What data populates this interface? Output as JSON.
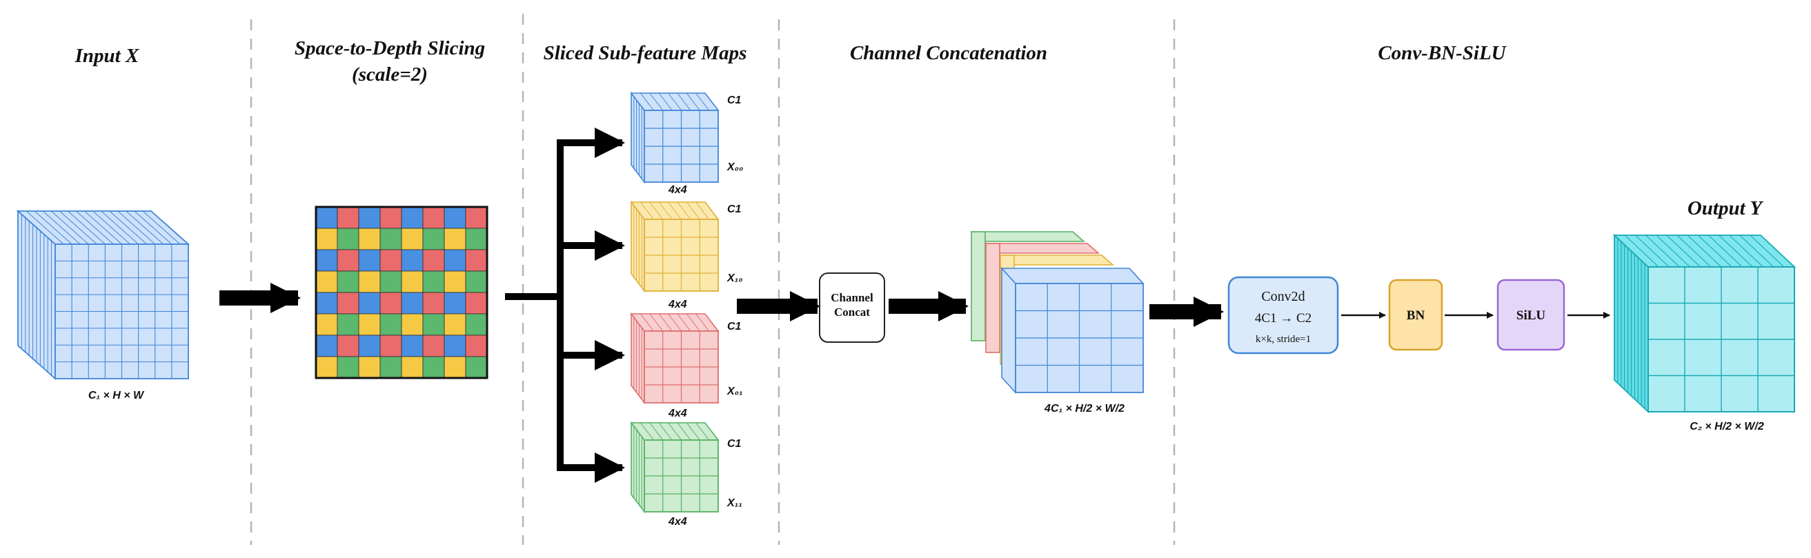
{
  "headers": {
    "input": "Input X",
    "s2d_line1": "Space-to-Depth Slicing",
    "s2d_line2": "(scale=2)",
    "sliced": "Sliced Sub-feature Maps",
    "concat": "Channel Concatenation",
    "conv": "Conv-BN-SiLU",
    "output": "Output Y"
  },
  "input_shape": "C₁ × H × W",
  "concat_shape": "4C₁ × H/2 × W/2",
  "output_shape": "C₂ × H/2 × W/2",
  "sub_maps": [
    {
      "channel": "C1",
      "name": "X₀₀",
      "size": "4x4",
      "color": "blue"
    },
    {
      "channel": "C1",
      "name": "X₁₀",
      "size": "4x4",
      "color": "yellow"
    },
    {
      "channel": "C1",
      "name": "X₀₁",
      "size": "4x4",
      "color": "red"
    },
    {
      "channel": "C1",
      "name": "X₁₁",
      "size": "4x4",
      "color": "green"
    }
  ],
  "concat_box": {
    "line1": "Channel",
    "line2": "Concat"
  },
  "conv_box": {
    "title": "Conv2d",
    "line2": "4C1 → C2",
    "line3": "k×k, stride=1"
  },
  "bn_box": "BN",
  "silu_box": "SiLU",
  "colors": {
    "blue_fill": "#cfe2fb",
    "blue_stroke": "#3f86d8",
    "yellow_fill": "#fbe8ad",
    "yellow_stroke": "#e0b035",
    "red_fill": "#f8cfcf",
    "red_stroke": "#df6d6d",
    "green_fill": "#cdecd0",
    "green_stroke": "#55b164",
    "cyan_fill": "#aeeef3",
    "cyan_stroke": "#1aa9b5",
    "grid_blue": "#4a90e2",
    "grid_red": "#ea6b6b",
    "grid_yellow": "#f6c945",
    "grid_green": "#5cb86e",
    "conv_fill": "#dbeafb",
    "conv_stroke": "#3f86d8",
    "bn_fill": "#fde3a8",
    "bn_stroke": "#d9a22a",
    "silu_fill": "#e4d6f8",
    "silu_stroke": "#9a67d6"
  }
}
